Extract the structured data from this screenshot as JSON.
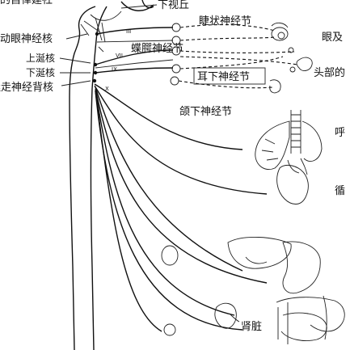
{
  "labels": {
    "top_left_text": "的自律建社",
    "hypothalamus": "下视丘",
    "oculomotor_nucleus": "动眼神经核",
    "superior_salivatory": "上涎核",
    "inferior_salivatory": "下涎核",
    "vagal_dorsal_nucleus": "迷走神经背核",
    "ciliary_ganglion": "睫状神经节",
    "pterygopalatine_ganglion": "蝶腭神经节",
    "otic_ganglion": "耳下神经节",
    "submandibular_ganglion": "颌下神经节",
    "eye_gland": "眼及",
    "head_glands": "头部的",
    "respiratory": "呼",
    "circulatory": "循",
    "kidney": "肾脏"
  },
  "cranial_nerve_numerals": [
    "III",
    "VII",
    "IX",
    "X"
  ]
}
